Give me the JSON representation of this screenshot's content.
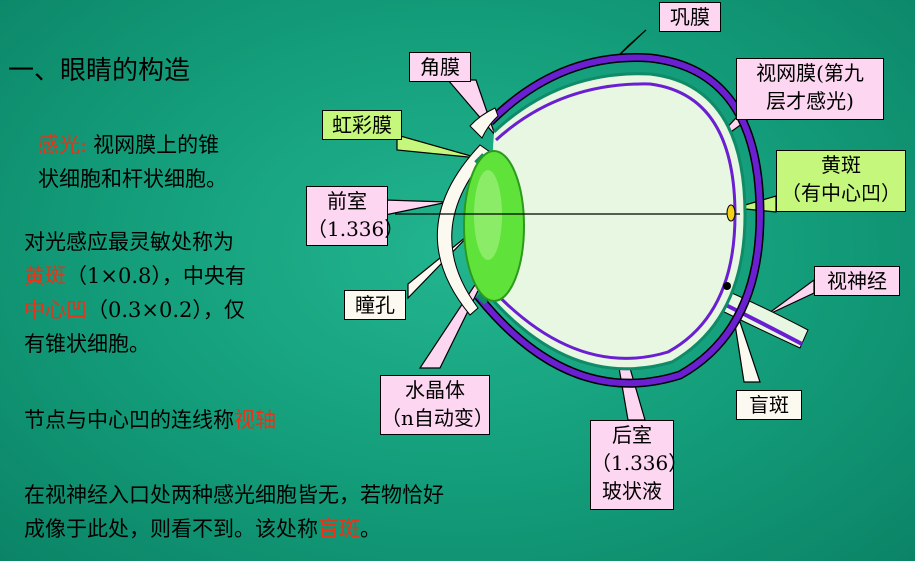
{
  "title": "一、眼睛的构造",
  "notes": {
    "p1_red": "感光",
    "p1_sep": ":",
    "p1_a": "视网膜上的锥",
    "p1_b": "状细胞和杆状细胞。",
    "p2_a": "对光感应最灵敏处称为",
    "p2_b_red": "黄斑",
    "p2_b_rest": "（1×0.8），中央有",
    "p2_c_red": "中心凹",
    "p2_c_rest": "（0.3×0.2），仅",
    "p2_d": "有锥状细胞。",
    "p3_a": "节点与中心凹的连线称",
    "p3_red": "视轴",
    "p4_a": "在视神经入口处两种感光细胞皆无，若物恰好",
    "p4_b": "成像于此处，则看不到。该处称",
    "p4_red": "盲斑",
    "p4_end": "。"
  },
  "labels": {
    "sclera": "巩膜",
    "cornea": "角膜",
    "iris": "虹彩膜",
    "anterior_1": "前室",
    "anterior_2": "（1.336）",
    "pupil": "瞳孔",
    "lens_1": "水晶体",
    "lens_2": "（n自动变）",
    "posterior_1": "后室",
    "posterior_2": "（1.336）",
    "posterior_3": "玻状液",
    "retina_1": "视网膜(第九",
    "retina_2": "层才感光)",
    "macula_1": "黄斑",
    "macula_2": "（有中心凹）",
    "optic_nerve": "视神经",
    "blind_spot": "盲斑"
  },
  "colors": {
    "background": "#139c79",
    "highlight_text": "#e8321a",
    "callout_pink": "#fdd6f1",
    "callout_white": "#fcfaf0",
    "callout_green": "#c4f77c",
    "sclera": "#6a1fd0",
    "vitreous": "#e7f7e2",
    "lens": "#5fe23a",
    "macula": "#f3d21b"
  }
}
